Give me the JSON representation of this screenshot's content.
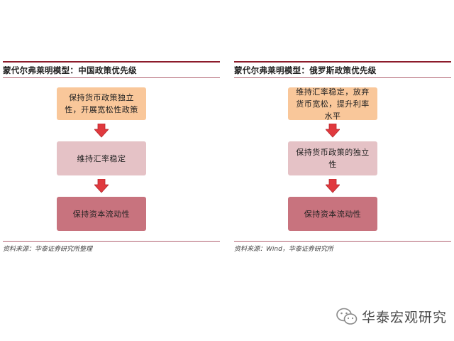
{
  "colors": {
    "rule": "#8c1b2a",
    "box_top": "#f9c79a",
    "box_mid": "#e5c2c6",
    "box_bottom": "#c8737e",
    "arrow": "#e0393e"
  },
  "left_panel": {
    "title": "蒙代尔弗莱明模型：中国政策优先级",
    "boxes": [
      "保持货币政策独立性，开展宽松性政策",
      "维持汇率稳定",
      "保持资本流动性"
    ],
    "source": "资料来源：华泰证券研究所整理"
  },
  "right_panel": {
    "title": "蒙代尔弗莱明模型：俄罗斯政策优先级",
    "boxes": [
      "维持汇率稳定，放弃货币宽松，提升利率水平",
      "保持货币政策的独立性",
      "保持资本流动性"
    ],
    "source": "资料来源：Wind，华泰证券研究所"
  },
  "watermark": {
    "text": "华泰宏观研究",
    "icon": "wechat-icon"
  }
}
